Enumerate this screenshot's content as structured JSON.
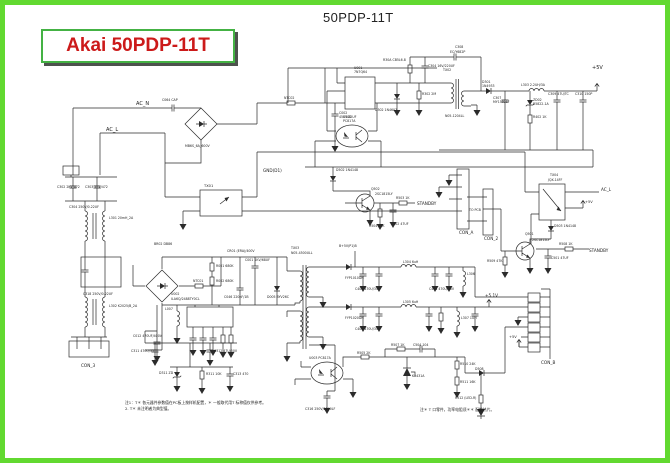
{
  "page": {
    "title": "50PDP-11T",
    "brand": "Akai 50PDP-11T"
  },
  "colors": {
    "border": "#62d930",
    "brand_text": "#cc1a1a",
    "brand_box_border": "#44b244",
    "schematic_line": "#2b2b2b"
  },
  "schematic": {
    "labels": [
      "AC_N",
      "AC_L",
      "C064 CAP",
      "MB6S_6A_600V",
      "NTC02",
      "C002",
      "450V-82UF",
      "GND(D1)",
      "U001",
      "7N7Q64",
      "U302",
      "PC817A",
      "R30A CB5L6.8",
      "C304 16V/220UF",
      "C308",
      "EC/Y682P",
      "R302 2M",
      "D302 1N4607",
      "TX02",
      "N05-1204LL",
      "D301",
      "1N4933",
      "C307",
      "MY1500LF",
      "ZD02",
      "R5822-1A",
      "R402 1K",
      "C309 47U/TC",
      "C310 150P",
      "+5V",
      "L303 2.2UH/3A",
      "TX01",
      "TX03",
      "N05-4500ULL",
      "TX04",
      "JQX-14FF",
      "CON_A",
      "TO PCB",
      "CON_2",
      "AC_L",
      "+5V",
      "D502 1N4148",
      "Q502",
      "2SC1815LY",
      "R503 1K",
      "STANDBY",
      "R504 47K",
      "C502 47UF",
      "Q501",
      "2SC1815LY",
      "R509 47K",
      "C501 47UF",
      "R508 1K",
      "STANDBY",
      "D503 1N4148",
      "L301 20mH_2A",
      "C318 250V/0.22UF",
      "L302 K2025/B_2A",
      "C302 2KV/472",
      "C303 2KV/472",
      "C304 250V/0.22UF",
      "CON_3",
      "BR02 DB86",
      "NTC01",
      "R001 680K",
      "R002 680K",
      "CR01 (ERA)/400V",
      "C001 1KV/68UF",
      "C046 220nF/1B",
      "D005 BYV26C",
      "U002",
      "ILA6Q/2488TY0CL",
      "L007",
      "C012 470UF/400V",
      "B+5V(P1)B",
      "FYP1010DN",
      "C402 470U/35V",
      "L304 6uH",
      "C404 470U/35V",
      "FYP1020DN",
      "C405 470U/35V",
      "L305 6uH",
      "L306",
      "L307 1UH",
      "+5.1V",
      "CON_B",
      "+5V",
      "U003 PC817A",
      "R505 2K",
      "R507 1K",
      "C504 104",
      "KA431A",
      "R510 24K",
      "R511 16K",
      "D508",
      "R512 (LED-R)",
      "C316 250V/2200LF",
      "C311 470U/35V",
      "C312 47U/50V",
      "R311 10K",
      "D311 ZD",
      "C313 470",
      "注1：T＊ 各元器件参数值在PC板上按样机配置，＊ 一般取代用T 标称值仅供参考。",
      "2. T＊ 未注明者为典型值。",
      "注＊ T 口零件，功率电阻须＊＊ 配散热片。"
    ]
  }
}
